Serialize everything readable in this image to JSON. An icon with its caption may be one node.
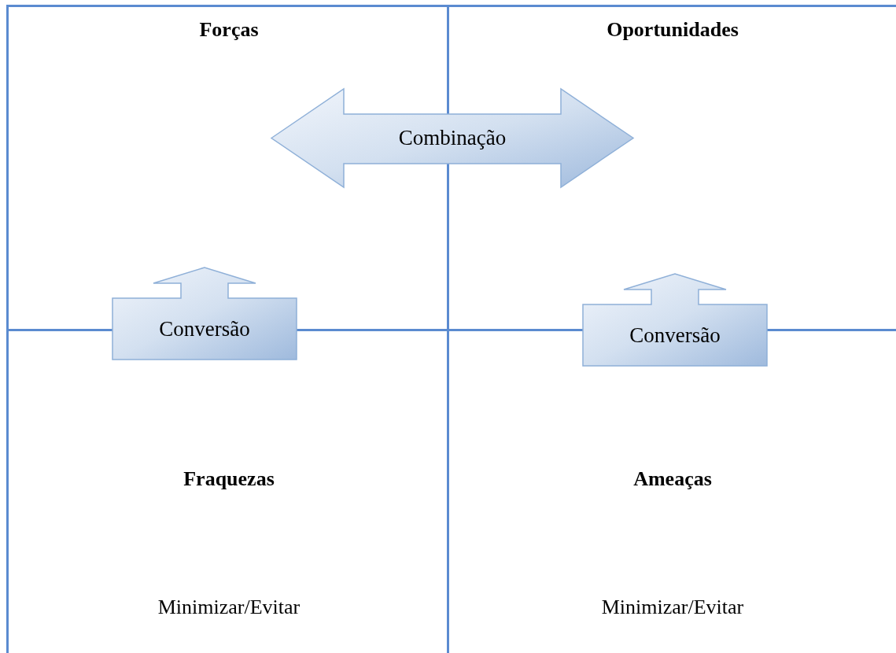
{
  "diagram": {
    "nodes": [
      {
        "text": [
          "Forças"
        ]
      },
      {
        "text": [
          "Oportunidades"
        ]
      },
      {
        "text": [
          "Combinação"
        ]
      },
      {
        "text": [
          "Conversão"
        ]
      },
      {
        "text": [
          "Conversão"
        ]
      },
      {
        "text": [
          "Fraquezas",
          "Minimizar/Evitar"
        ]
      },
      {
        "text": [
          "Ameaças",
          "Minimizar/Evitar"
        ]
      }
    ],
    "edges": []
  }
}
